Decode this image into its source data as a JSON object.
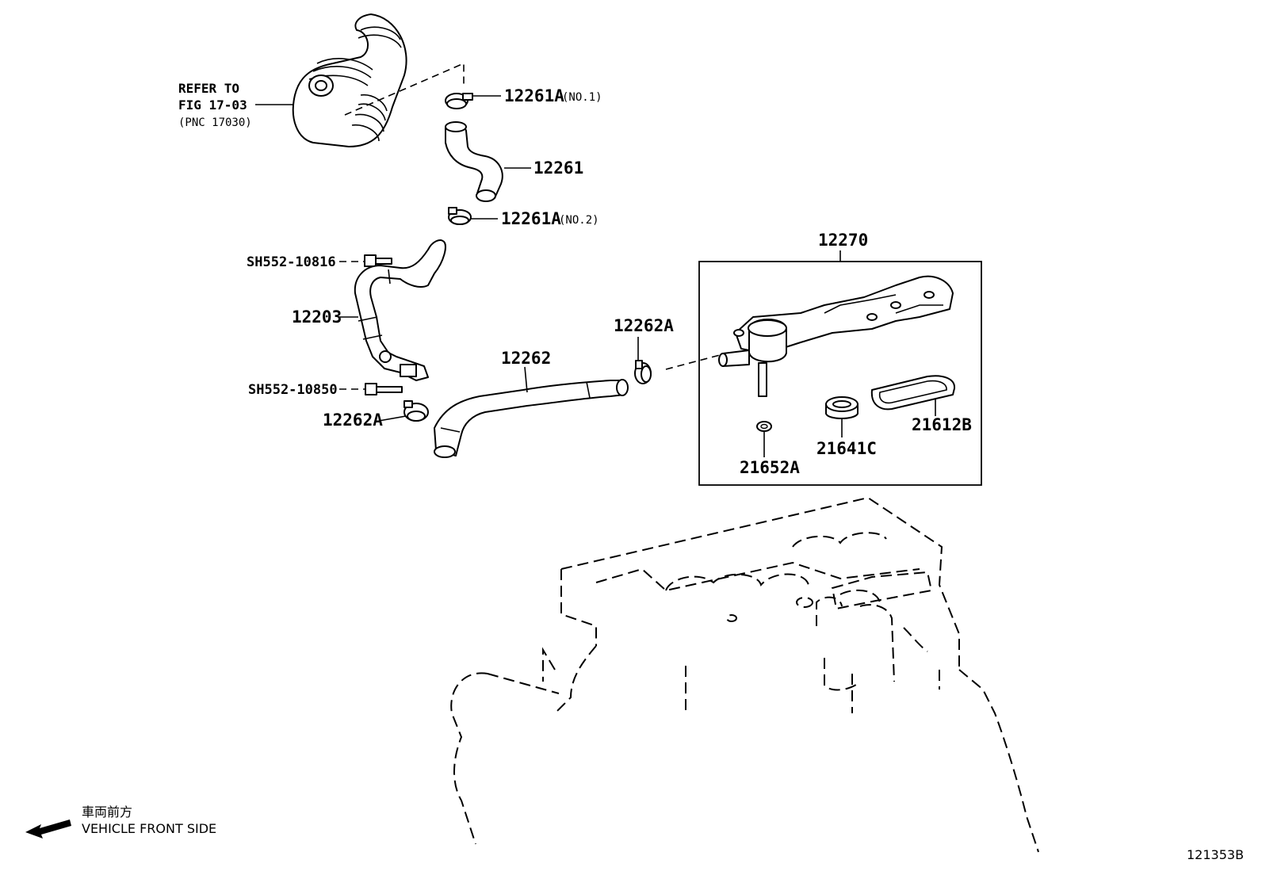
{
  "refer": {
    "line1": "REFER TO",
    "line2": "FIG 17-03",
    "line3": "(PNC 17030)"
  },
  "parts": {
    "p12261A_no1": {
      "code": "12261A",
      "suffix": "(NO.1)"
    },
    "p12261": {
      "code": "12261"
    },
    "p12261A_no2": {
      "code": "12261A",
      "suffix": "(NO.2)"
    },
    "bolt_upper": {
      "code": "SH552-10816"
    },
    "p12203": {
      "code": "12203"
    },
    "bolt_lower": {
      "code": "SH552-10850"
    },
    "p12262A_left": {
      "code": "12262A"
    },
    "p12262": {
      "code": "12262"
    },
    "p12262A_right": {
      "code": "12262A"
    },
    "p12270": {
      "code": "12270"
    },
    "p21652A": {
      "code": "21652A"
    },
    "p21641C": {
      "code": "21641C"
    },
    "p21612B": {
      "code": "21612B"
    }
  },
  "front": {
    "jp": "車両前方",
    "en": "VEHICLE FRONT SIDE"
  },
  "figure_id": "121353B"
}
